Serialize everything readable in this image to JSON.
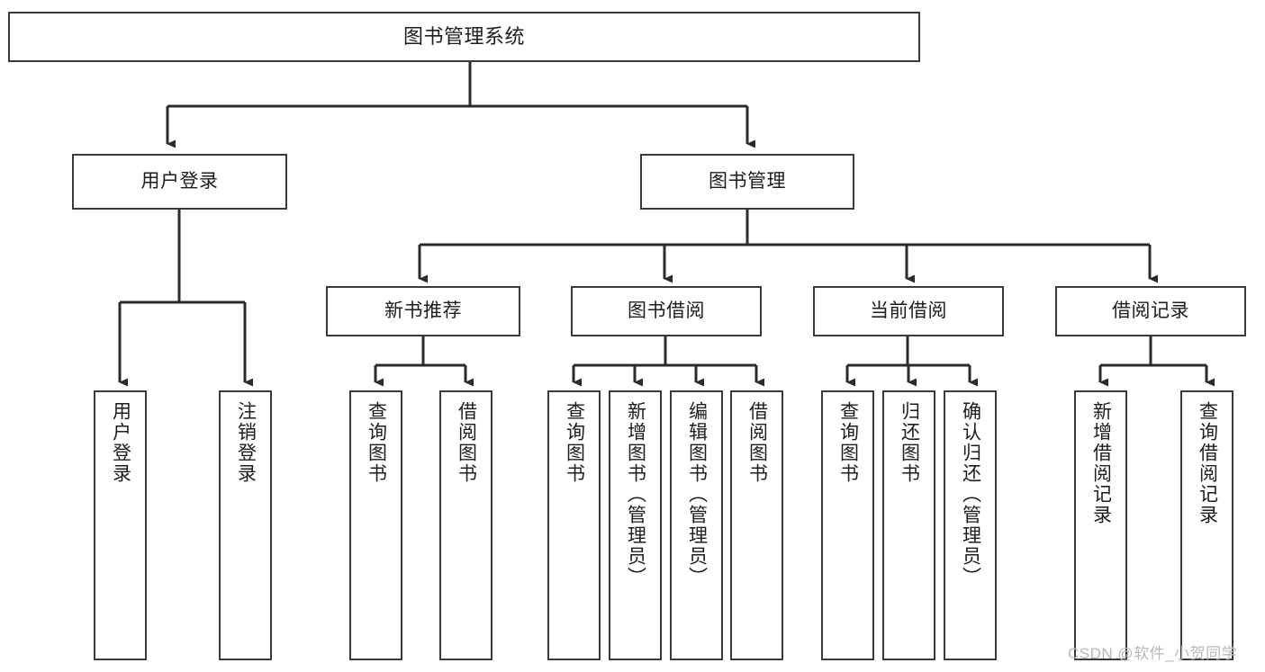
{
  "diagram": {
    "title": "图书管理系统",
    "type": "tree-hierarchy-chart",
    "root": {
      "label": "图书管理系统"
    },
    "level2": [
      {
        "label": "用户登录"
      },
      {
        "label": "图书管理"
      }
    ],
    "level3": [
      {
        "label": "新书推荐"
      },
      {
        "label": "图书借阅"
      },
      {
        "label": "当前借阅"
      },
      {
        "label": "借阅记录"
      }
    ],
    "leaves": {
      "user_login": [
        {
          "label": "用户登录"
        },
        {
          "label": "注销登录"
        }
      ],
      "new_book_recommend": [
        {
          "label": "查询图书"
        },
        {
          "label": "借阅图书"
        }
      ],
      "book_borrow": [
        {
          "label": "查询图书"
        },
        {
          "label": "新增图书（管理员）"
        },
        {
          "label": "编辑图书（管理员）"
        },
        {
          "label": "借阅图书"
        }
      ],
      "current_borrow": [
        {
          "label": "查询图书"
        },
        {
          "label": "归还图书"
        },
        {
          "label": "确认归还（管理员）"
        }
      ],
      "borrow_record": [
        {
          "label": "新增借阅记录"
        },
        {
          "label": "查询借阅记录"
        }
      ]
    }
  },
  "watermark": {
    "text": "CSDN @软件_小贺同学"
  },
  "colors": {
    "stroke": "#3a3a3a",
    "background": "#ffffff",
    "text": "#1d1d1d",
    "watermark": "#b8b8b8"
  }
}
